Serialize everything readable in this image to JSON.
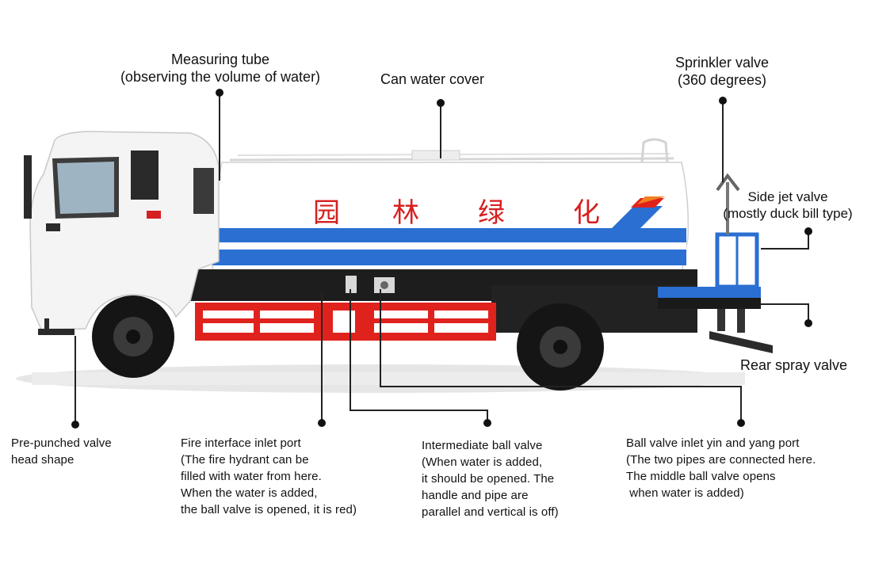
{
  "tank_slogan": [
    "园",
    "林",
    "绿",
    "化"
  ],
  "callouts": {
    "measuring_tube": [
      "Measuring tube",
      "(observing the volume of water)"
    ],
    "can_water_cover": [
      "Can water cover"
    ],
    "sprinkler_valve": [
      "Sprinkler valve",
      "(360 degrees)"
    ],
    "side_jet_valve": [
      "Side jet valve",
      "(mostly duck bill type)"
    ],
    "rear_spray_valve": [
      "Rear spray valve"
    ],
    "pre_punched_valve": [
      "Pre-punched valve",
      "head shape"
    ],
    "fire_interface": [
      "Fire interface inlet port",
      "(The fire hydrant can be",
      "filled with water from here.",
      "When the water is added,",
      "the ball valve is opened, it is red)"
    ],
    "intermediate_ball_valve": [
      "Intermediate ball valve",
      "(When water is added,",
      "it should be opened. The",
      "handle and pipe are",
      "parallel and vertical is off)"
    ],
    "ball_valve_inlet": [
      "Ball valve inlet yin and yang port",
      "(The two pipes are connected here.",
      "The middle ball valve opens",
      " when water is added)"
    ]
  },
  "colors": {
    "tank_blue": "#2a6fd1",
    "frame_red": "#e0221d",
    "slogan_red": "#d61f1f",
    "cab_white": "#f4f4f4"
  }
}
